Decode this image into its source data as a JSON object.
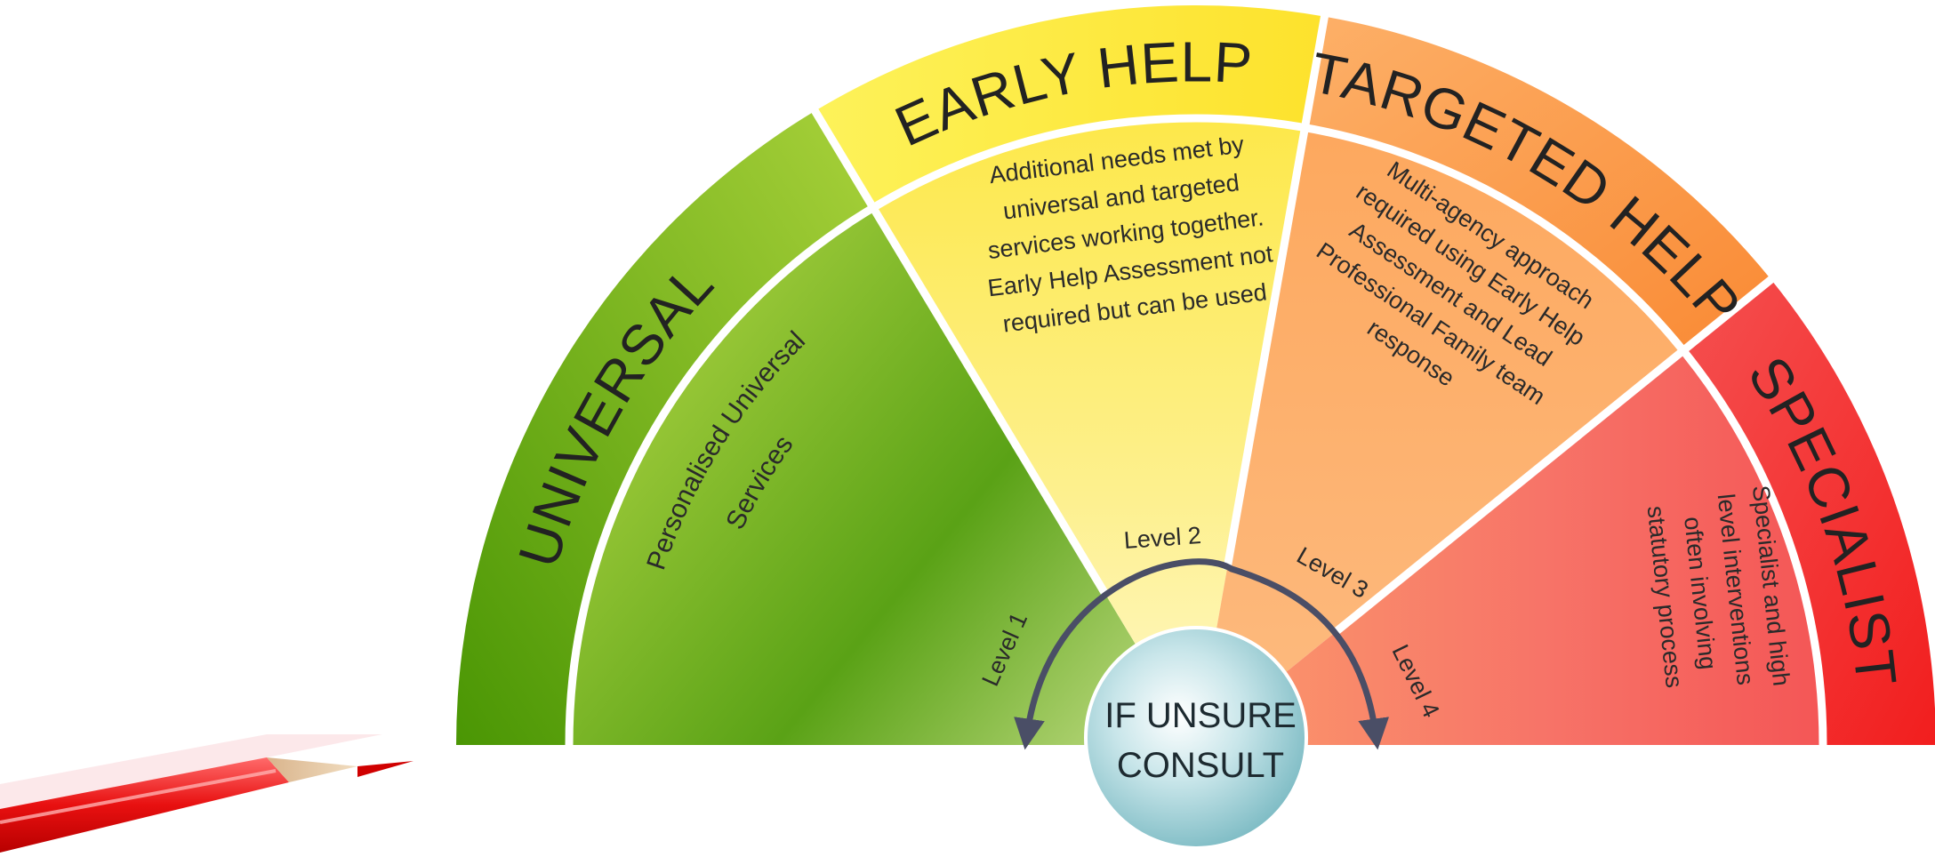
{
  "sectors": [
    {
      "id": "universal",
      "title": "UNIVERSAL",
      "description": [
        "Personalised Universal",
        "Services"
      ],
      "outer_color": "#62a81a",
      "inner_color": "#4f9a08"
    },
    {
      "id": "early-help",
      "title": "EARLY HELP",
      "description": [
        "Additional needs met by",
        "universal and targeted",
        "services working together.",
        "Early Help Assessment not",
        "required but can be used"
      ],
      "outer_color": "#fde93c",
      "inner_color": "#fdf07a"
    },
    {
      "id": "targeted-help",
      "title": "TARGETED HELP",
      "description": [
        "Multi-agency approach",
        "required using Early Help",
        "Assessment and Lead",
        "Professional Family team",
        "response"
      ],
      "outer_color": "#fb9a4a",
      "inner_color": "#fdb070"
    },
    {
      "id": "specialist",
      "title": "SPECIALIST",
      "description": [
        "Specialist and high",
        "level interventions",
        "often involving",
        "statutory process"
      ],
      "outer_color": "#f32c2c",
      "inner_color": "#f86a60"
    }
  ],
  "levels": [
    "Level 1",
    "Level 2",
    "Level 3",
    "Level 4"
  ],
  "centre": {
    "line1": "IF UNSURE",
    "line2": "CONSULT"
  }
}
